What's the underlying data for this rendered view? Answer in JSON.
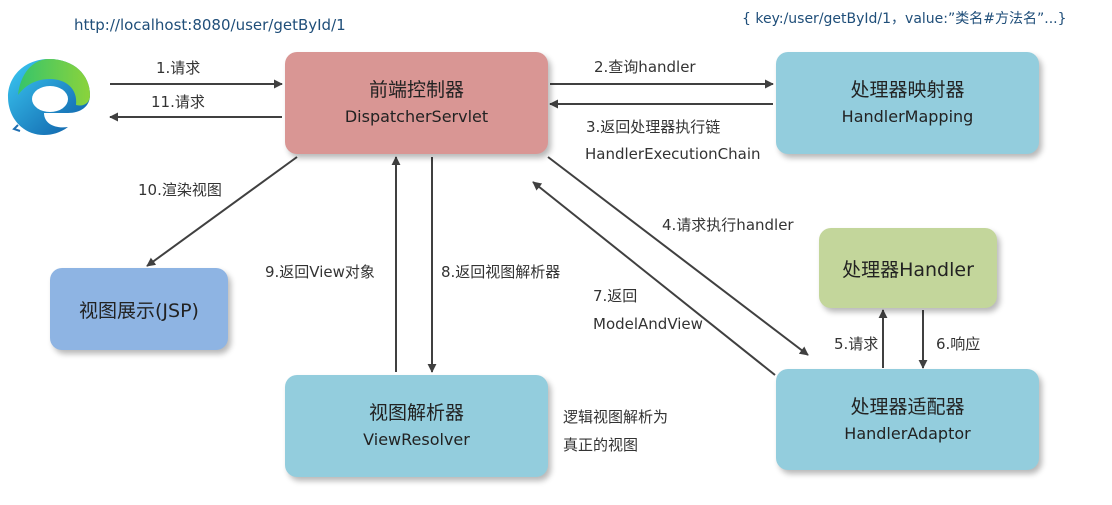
{
  "url": "http://localhost:8080/user/getById/1",
  "mapping_note": "{ key:/user/getById/1，value:”类名#方法名”...}",
  "colors": {
    "dispatcher": "#d99694",
    "mapping": "#93cddd",
    "handler": "#c3d69b",
    "adaptor": "#93cddd",
    "view": "#8eb4e3",
    "resolver": "#93cddd",
    "arrow": "#404040"
  },
  "browser_icon": "edge-browser-icon",
  "nodes": {
    "dispatcher": {
      "title": "前端控制器",
      "subtitle": "DispatcherServlet"
    },
    "mapping": {
      "title": "处理器映射器",
      "subtitle": "HandlerMapping"
    },
    "handler": {
      "title": "处理器Handler"
    },
    "adaptor": {
      "title": "处理器适配器",
      "subtitle": "HandlerAdaptor"
    },
    "view": {
      "title": "视图展示(JSP)"
    },
    "resolver": {
      "title": "视图解析器",
      "subtitle": "ViewResolver"
    }
  },
  "edges": {
    "e1": "1.请求",
    "e11": "11.请求",
    "e2": "2.查询handler",
    "e3a": "3.返回处理器执行链",
    "e3b": "HandlerExecutionChain",
    "e4": "4.请求执行handler",
    "e5": "5.请求",
    "e6": "6.响应",
    "e7a": "7.返回",
    "e7b": "ModelAndView",
    "e8": "8.返回视图解析器",
    "e9": "9.返回View对象",
    "e10": "10.渲染视图"
  },
  "resolver_note": {
    "line1": "逻辑视图解析为",
    "line2": "真正的视图"
  }
}
